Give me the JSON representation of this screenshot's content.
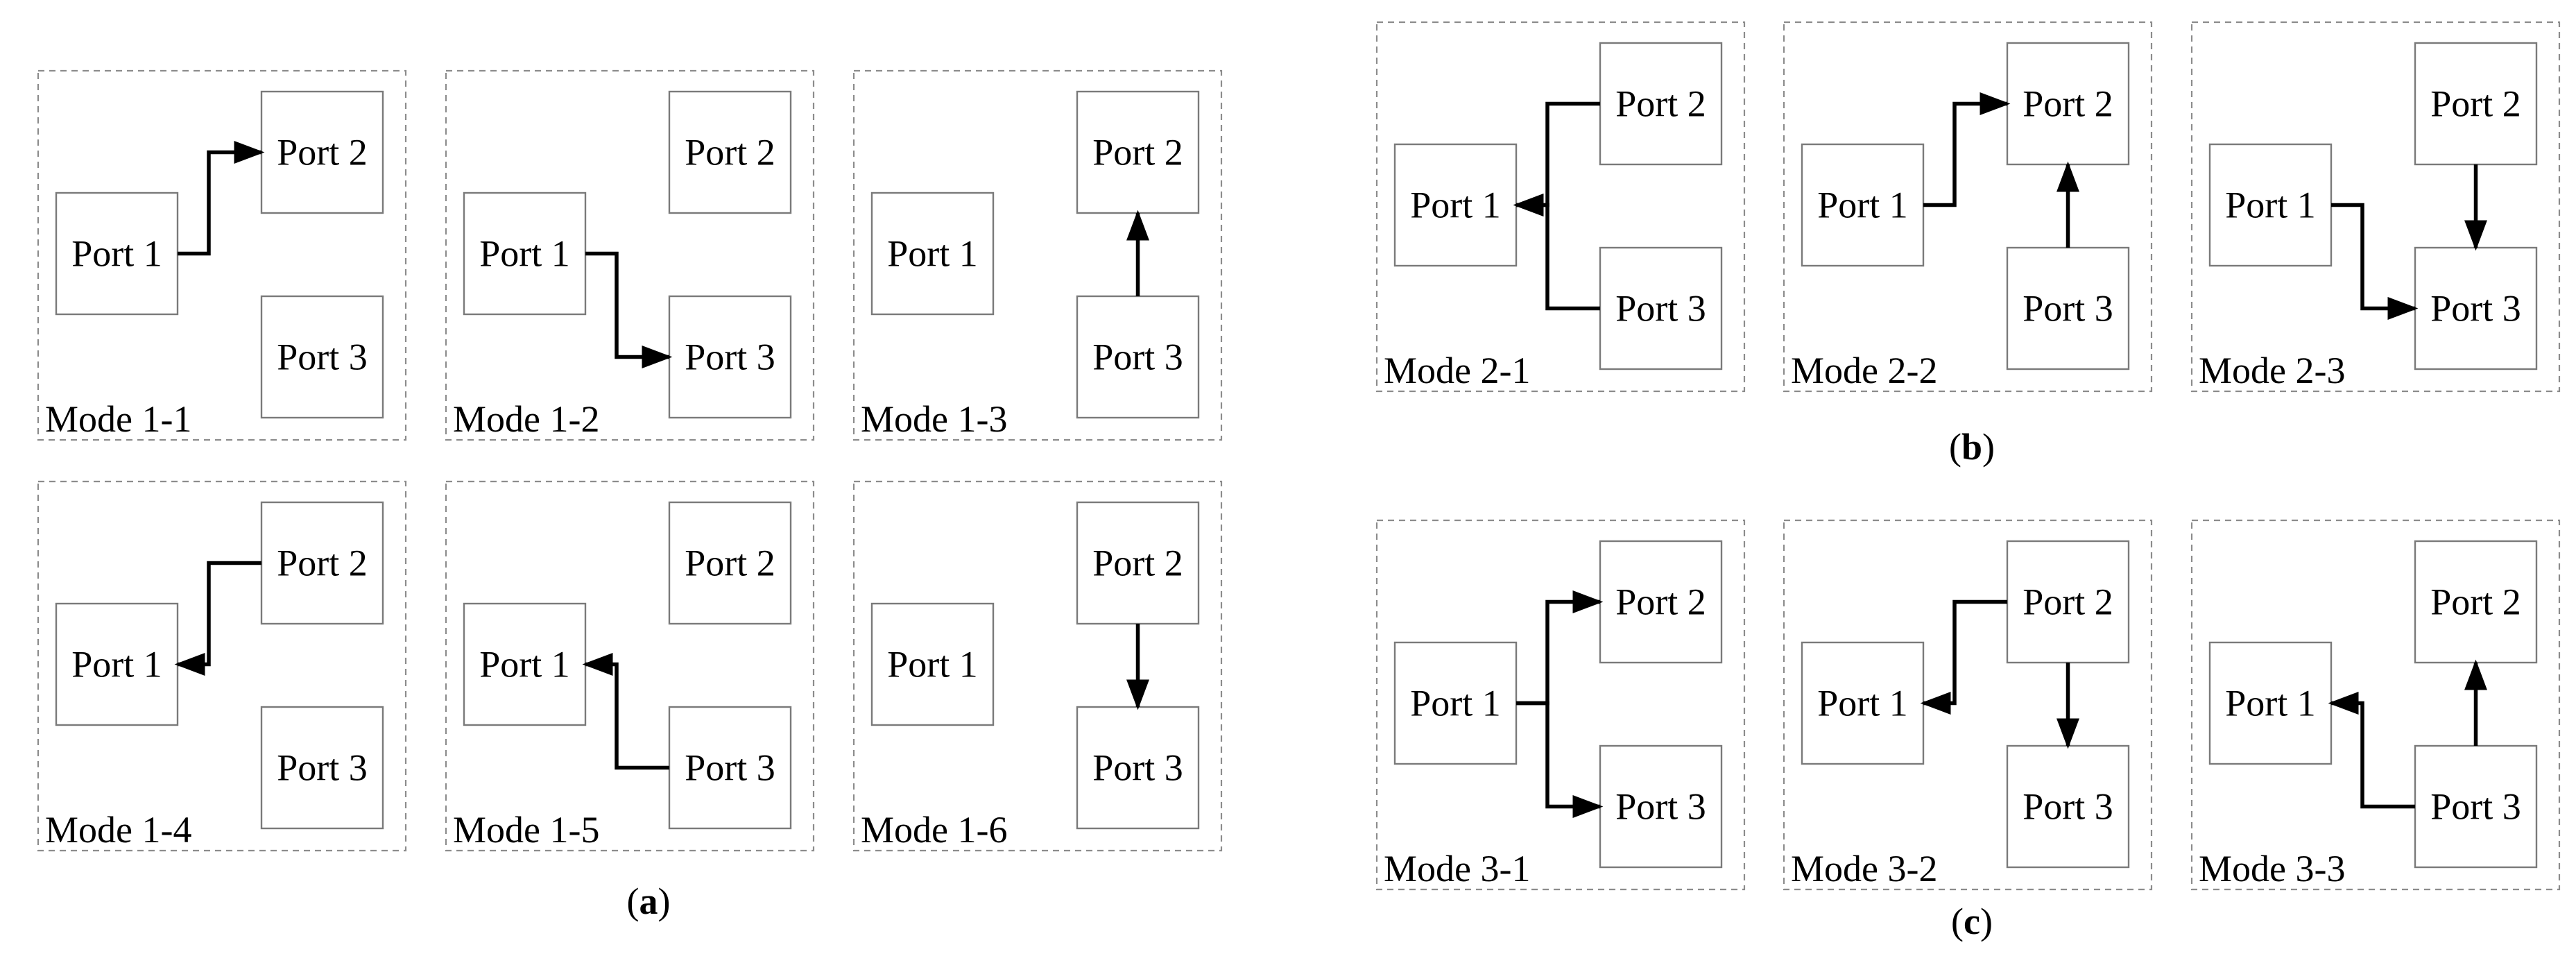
{
  "groups": [
    {
      "caption": "a",
      "panels": [
        {
          "mode": "Mode 1-1",
          "links": [
            {
              "from": "Port 1",
              "to": [
                "Port 2"
              ]
            }
          ]
        },
        {
          "mode": "Mode 1-2",
          "links": [
            {
              "from": "Port 1",
              "to": [
                "Port 3"
              ]
            }
          ]
        },
        {
          "mode": "Mode 1-3",
          "links": [
            {
              "from": "Port 3",
              "to": [
                "Port 2"
              ]
            }
          ]
        },
        {
          "mode": "Mode 1-4",
          "links": [
            {
              "from": "Port 2",
              "to": [
                "Port 1"
              ]
            }
          ]
        },
        {
          "mode": "Mode 1-5",
          "links": [
            {
              "from": "Port 3",
              "to": [
                "Port 1"
              ]
            }
          ]
        },
        {
          "mode": "Mode 1-6",
          "links": [
            {
              "from": "Port 2",
              "to": [
                "Port 3"
              ]
            }
          ]
        }
      ]
    },
    {
      "caption": "b",
      "panels": [
        {
          "mode": "Mode 2-1",
          "links": [
            {
              "from": "Port 2",
              "to": [
                "Port 1"
              ]
            },
            {
              "from": "Port 3",
              "to": [
                "Port 1"
              ]
            }
          ]
        },
        {
          "mode": "Mode 2-2",
          "links": [
            {
              "from": "Port 1",
              "to": [
                "Port 2"
              ]
            },
            {
              "from": "Port 3",
              "to": [
                "Port 2"
              ]
            }
          ]
        },
        {
          "mode": "Mode 2-3",
          "links": [
            {
              "from": "Port 1",
              "to": [
                "Port 3"
              ]
            },
            {
              "from": "Port 2",
              "to": [
                "Port 3"
              ]
            }
          ]
        }
      ]
    },
    {
      "caption": "c",
      "panels": [
        {
          "mode": "Mode 3-1",
          "links": [
            {
              "from": "Port 1",
              "to": [
                "Port 2",
                "Port 3"
              ]
            }
          ]
        },
        {
          "mode": "Mode 3-2",
          "links": [
            {
              "from": "Port 2",
              "to": [
                "Port 1",
                "Port 3"
              ]
            }
          ]
        },
        {
          "mode": "Mode 3-3",
          "links": [
            {
              "from": "Port 3",
              "to": [
                "Port 1",
                "Port 2"
              ]
            }
          ]
        }
      ]
    }
  ],
  "port_labels": [
    "Port 1",
    "Port 2",
    "Port 3"
  ]
}
